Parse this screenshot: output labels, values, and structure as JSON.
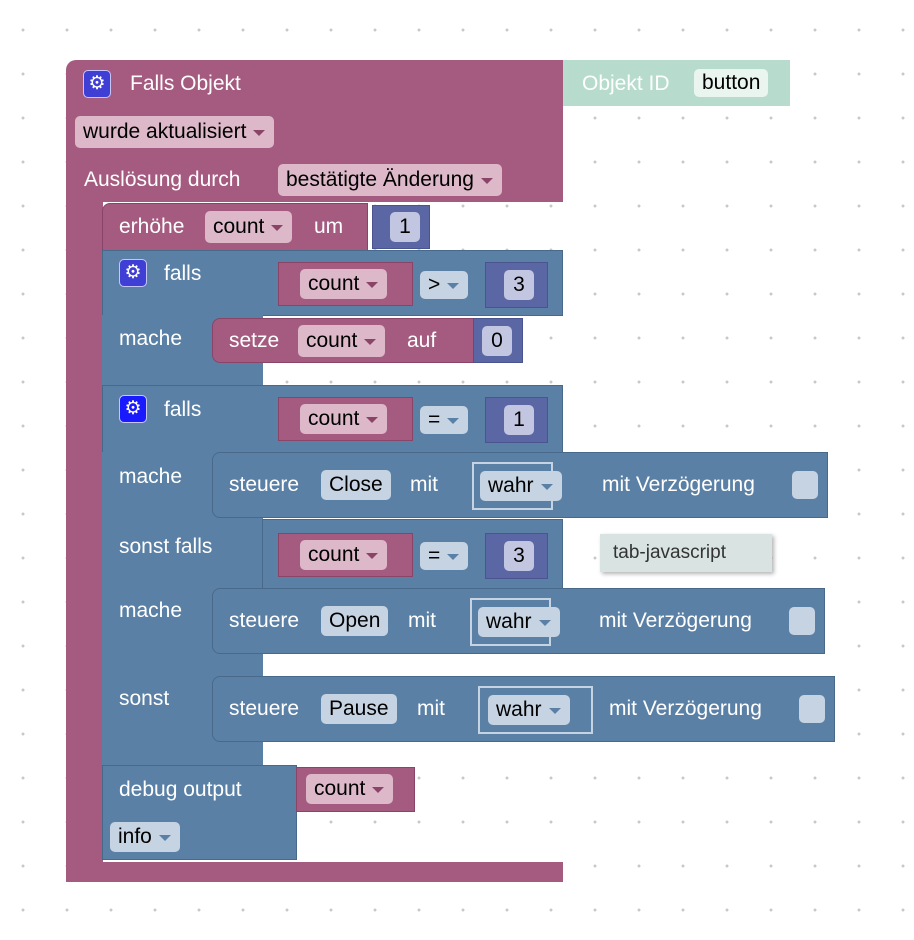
{
  "event": {
    "title": "Falls Objekt",
    "object_id_label": "Objekt ID",
    "object_id_value": "button",
    "trigger": "wurde aktualisiert",
    "ack_label": "Auslösung durch",
    "ack_value": "bestätigte Änderung"
  },
  "increment": {
    "label": "erhöhe",
    "var": "count",
    "by_label": "um",
    "value": "1"
  },
  "if1": {
    "if_label": "falls",
    "var": "count",
    "op": ">",
    "value": "3",
    "do_label": "mache",
    "set_label": "setze",
    "set_var": "count",
    "to_label": "auf",
    "set_value": "0"
  },
  "if2": {
    "if_label": "falls",
    "var": "count",
    "op": "=",
    "value": "1",
    "do_label": "mache",
    "elseif_label": "sonst falls",
    "elseif_var": "count",
    "elseif_op": "=",
    "elseif_value": "3",
    "do2_label": "mache",
    "else_label": "sonst"
  },
  "controls": [
    {
      "label": "steuere",
      "target": "Close",
      "with_label": "mit",
      "value": "wahr",
      "delay_label": "mit Verzögerung"
    },
    {
      "label": "steuere",
      "target": "Open",
      "with_label": "mit",
      "value": "wahr",
      "delay_label": "mit Verzögerung"
    },
    {
      "label": "steuere",
      "target": "Pause",
      "with_label": "mit",
      "value": "wahr",
      "delay_label": "mit Verzögerung"
    }
  ],
  "debug": {
    "label": "debug output",
    "var": "count",
    "level": "info"
  },
  "tooltip": "tab-javascript"
}
